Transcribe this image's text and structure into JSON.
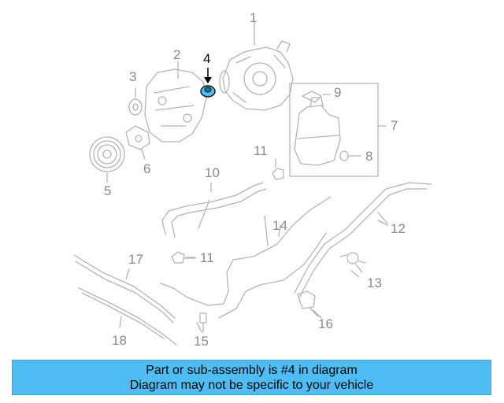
{
  "diagram": {
    "callouts": [
      "1",
      "2",
      "3",
      "4",
      "5",
      "6",
      "7",
      "8",
      "9",
      "10",
      "11",
      "11",
      "12",
      "13",
      "14",
      "15",
      "16",
      "17",
      "18"
    ],
    "highlighted_part": "4",
    "highlight_color": "#4dbdf4",
    "line_color": "#b4b4b4"
  },
  "banner": {
    "line1": "Part or sub-assembly is #4 in diagram",
    "line2": "Diagram may not be specific to your vehicle",
    "background": "#4dbdf4"
  }
}
